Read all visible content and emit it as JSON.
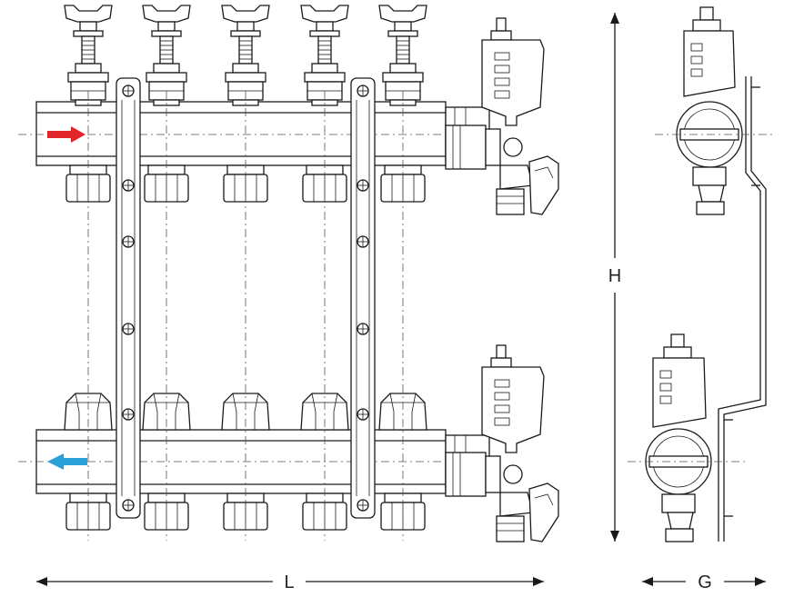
{
  "dimensions": {
    "length_label": "L",
    "height_label": "H",
    "depth_label": "G"
  },
  "flow": {
    "supply_arrow_color": "#e0262a",
    "return_arrow_color": "#2a9fd8"
  },
  "manifold": {
    "supply_outlets": 5,
    "return_outlets": 5
  }
}
